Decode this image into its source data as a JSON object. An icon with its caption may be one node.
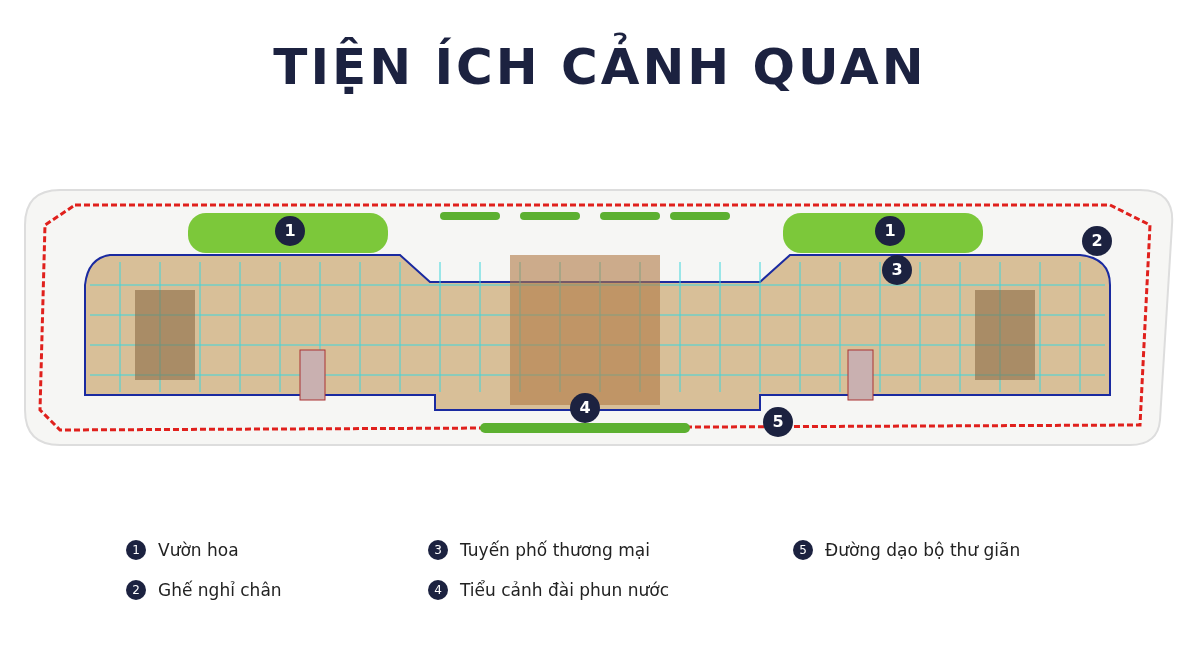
{
  "diagram": {
    "title": "TIỆN ÍCH CẢNH QUAN",
    "labels": [
      "1",
      "1",
      "2",
      "3",
      "4",
      "5",
      "1",
      "3",
      "5",
      "2",
      "4"
    ],
    "legend": [
      {
        "text": "Vườn hoa"
      },
      {
        "text": "Tuyến phố thương mại"
      },
      {
        "text": "Đường dạo bộ thư giãn"
      },
      {
        "text": "Ghế nghỉ chân"
      },
      {
        "text": "Tiểu cảnh đài phun nước"
      }
    ]
  }
}
